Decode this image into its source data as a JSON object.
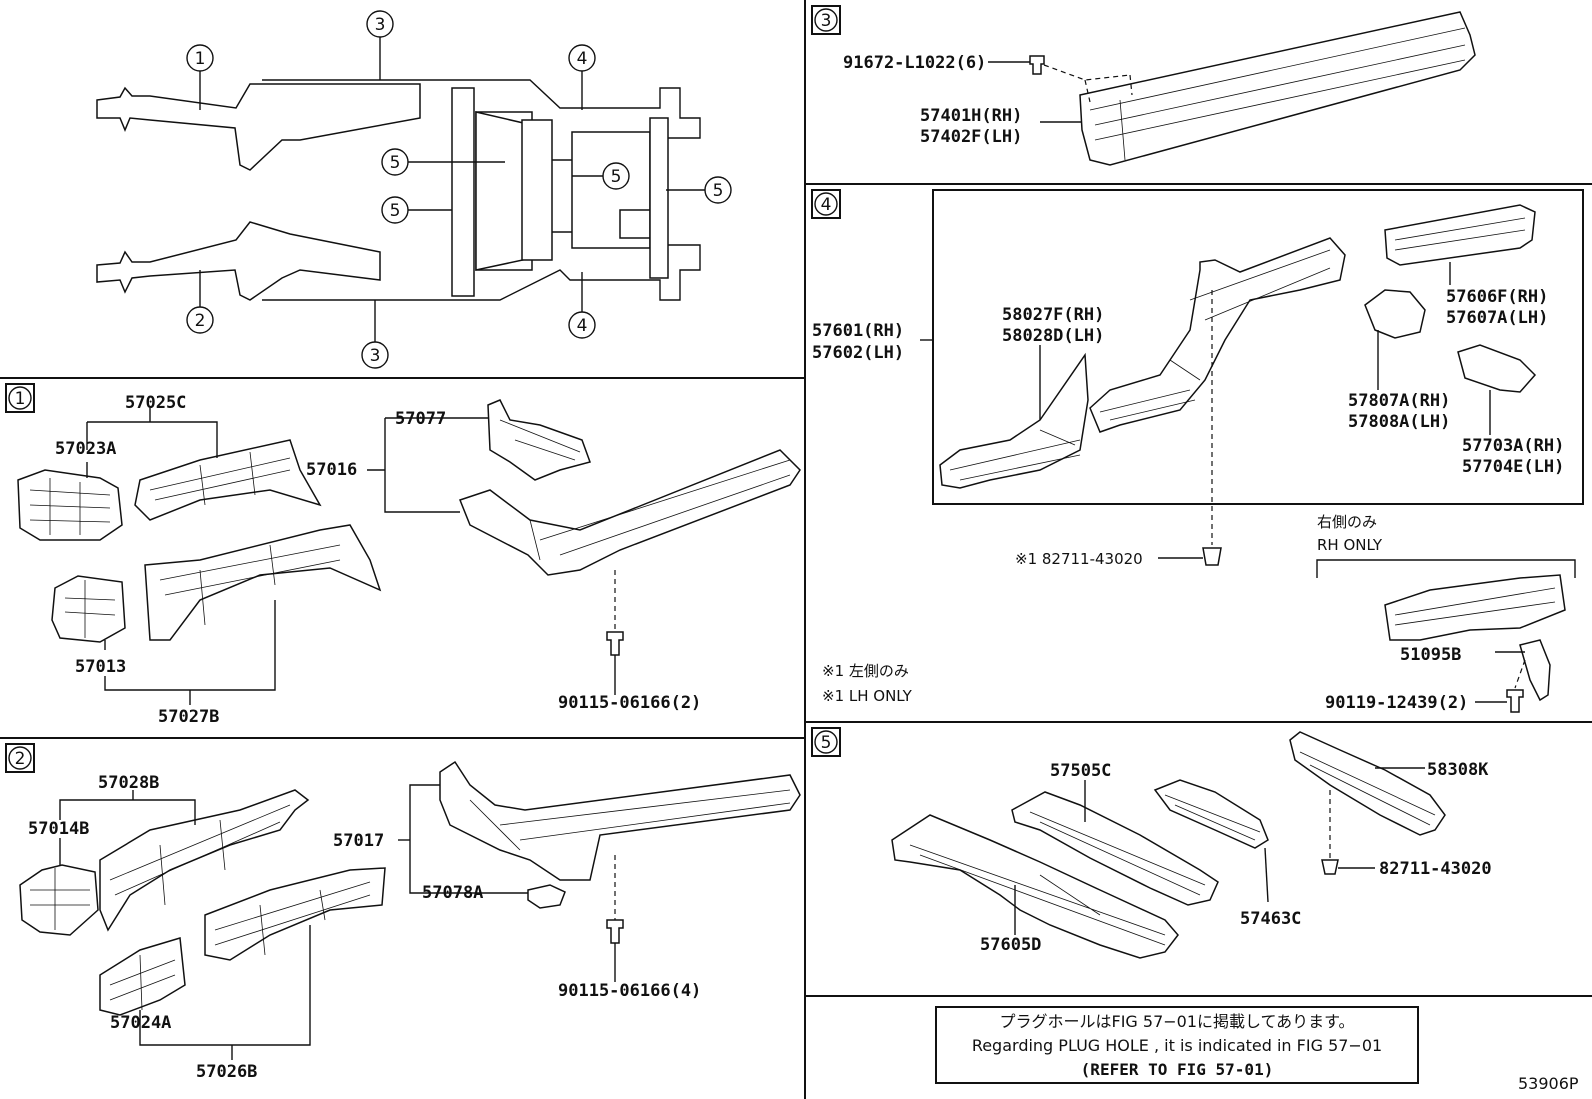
{
  "callouts": {
    "c1": "1",
    "c2": "2",
    "c3": "3",
    "c4": "4",
    "c5": "5"
  },
  "sec1": {
    "p57025C": "57025C",
    "p57023A": "57023A",
    "p57016": "57016",
    "p57077": "57077",
    "p57013": "57013",
    "p57027B": "57027B",
    "bolt": "90115-06166(2)"
  },
  "sec2": {
    "p57028B": "57028B",
    "p57014B": "57014B",
    "p57017": "57017",
    "p57078A": "57078A",
    "p57024A": "57024A",
    "p57026B": "57026B",
    "bolt": "90115-06166(4)"
  },
  "sec3": {
    "bolt": "91672-L1022(6)",
    "rh": "57401H(RH)",
    "lh": "57402F(LH)"
  },
  "sec4": {
    "p57601": "57601(RH)",
    "p57602": "57602(LH)",
    "p58027F": "58027F(RH)",
    "p58028D": "58028D(LH)",
    "p57606F": "57606F(RH)",
    "p57607A": "57607A(LH)",
    "p57807A": "57807A(RH)",
    "p57808A": "57808A(LH)",
    "p57703A": "57703A(RH)",
    "p57704E": "57704E(LH)",
    "rh_only_jp": "右側のみ",
    "rh_only": "RH ONLY",
    "clip": "※1 82711-43020",
    "p51095B": "51095B",
    "bolt": "90119-12439(2)",
    "note1_jp": "※1 左側のみ",
    "note1_en": "※1 LH ONLY"
  },
  "sec5": {
    "p57505C": "57505C",
    "p58308K": "58308K",
    "clip": "82711-43020",
    "p57463C": "57463C",
    "p57605D": "57605D"
  },
  "note": {
    "jp": "プラグホールはFIG 57−01に掲載してあります。",
    "en": "Regarding PLUG HOLE , it is indicated in FIG 57−01",
    "ref": "(REFER TO FIG 57-01)"
  },
  "fig_no": "53906P"
}
